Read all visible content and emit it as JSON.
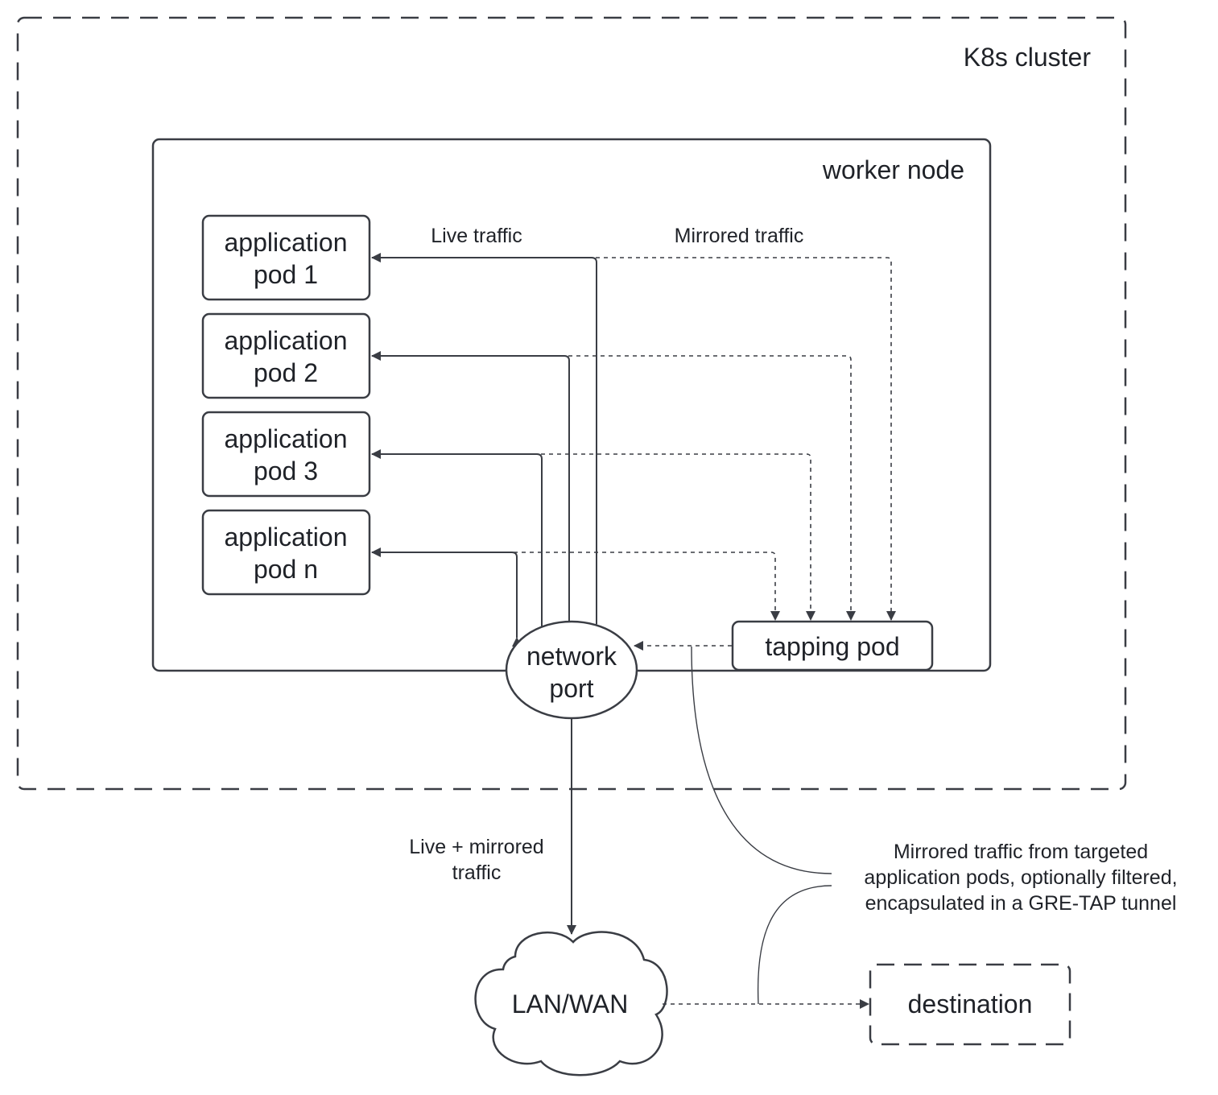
{
  "cluster": {
    "label": "K8s cluster"
  },
  "worker_node": {
    "label": "worker node"
  },
  "pods": [
    {
      "line1": "application",
      "line2": "pod 1"
    },
    {
      "line1": "application",
      "line2": "pod 2"
    },
    {
      "line1": "application",
      "line2": "pod 3"
    },
    {
      "line1": "application",
      "line2": "pod n"
    }
  ],
  "labels": {
    "live_traffic": "Live traffic",
    "mirrored_traffic": "Mirrored traffic",
    "live_mirrored_line1": "Live + mirrored",
    "live_mirrored_line2": "traffic",
    "annotation_line1": "Mirrored traffic from targeted",
    "annotation_line2": "application pods, optionally filtered,",
    "annotation_line3": "encapsulated in a GRE-TAP tunnel"
  },
  "network_port": {
    "line1": "network",
    "line2": "port"
  },
  "tapping_pod": {
    "label": "tapping pod"
  },
  "cloud": {
    "label": "LAN/WAN"
  },
  "destination": {
    "label": "destination"
  },
  "colors": {
    "stroke": "#3a3d44",
    "text": "#1f2228",
    "background": "#ffffff"
  }
}
